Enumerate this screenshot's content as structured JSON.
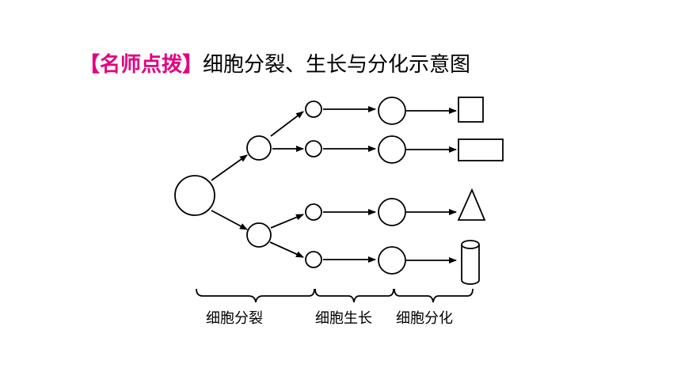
{
  "header": {
    "tag_label": "【名师点拨】",
    "title": "细胞分裂、生长与分化示意图"
  },
  "stages": [
    {
      "label": "细胞分裂"
    },
    {
      "label": "细胞生长"
    },
    {
      "label": "细胞分化"
    }
  ],
  "differentiated_shapes": [
    "square",
    "rectangle",
    "triangle",
    "cylinder"
  ],
  "colors": {
    "tag": "#e4007f",
    "line": "#000000"
  }
}
